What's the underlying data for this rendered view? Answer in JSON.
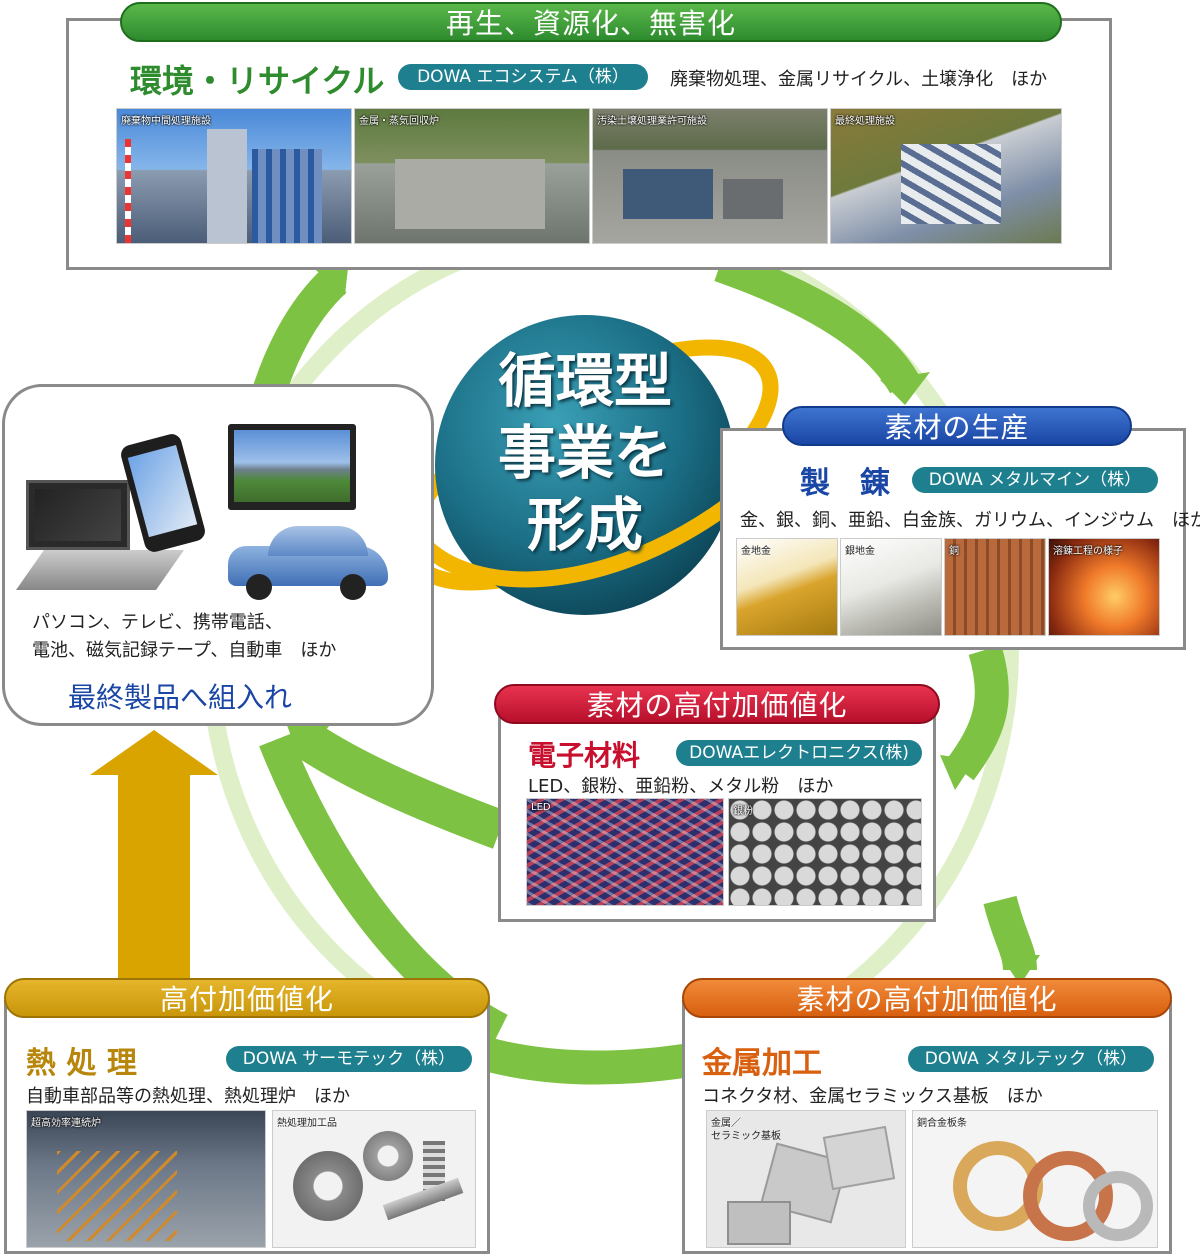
{
  "center": {
    "line1": "循環型",
    "line2": "事業を",
    "line3": "形成"
  },
  "recycle": {
    "header": "再生、資源化、無害化",
    "title": "環境・リサイクル",
    "company": "DOWA エコシステム（株）",
    "desc": "廃棄物処理、金属リサイクル、土壌浄化　ほか",
    "photos": [
      "廃棄物中間処理施設",
      "金属・蒸気回収炉",
      "汚染土壌処理業許可施設",
      "最終処理施設"
    ]
  },
  "smelting": {
    "header": "素材の生産",
    "title": "製　錬",
    "company": "DOWA メタルマイン（株）",
    "desc": "金、銀、銅、亜鉛、白金族、ガリウム、インジウム　ほか",
    "photos": [
      "金地金",
      "銀地金",
      "銅",
      "溶錬工程の様子"
    ]
  },
  "electronics": {
    "header": "素材の高付加価値化",
    "title": "電子材料",
    "company": "DOWAエレクトロニクス(株)",
    "desc": "LED、銀粉、亜鉛粉、メタル粉　ほか",
    "photos": [
      "LED",
      "銀粉"
    ]
  },
  "metalwork": {
    "header": "素材の高付加価値化",
    "title": "金属加工",
    "company": "DOWA メタルテック（株）",
    "desc": "コネクタ材、金属セラミックス基板　ほか",
    "photos": [
      "金属／",
      "セラミック基板",
      "銅合金板条"
    ]
  },
  "heat": {
    "header": "高付加価値化",
    "title": "熱 処 理",
    "company": "DOWA サーモテック（株）",
    "desc": "自動車部品等の熱処理、熱処理炉　ほか",
    "photos": [
      "超高効率連続炉",
      "熱処理加工品"
    ]
  },
  "products": {
    "desc1": "パソコン、テレビ、携帯電話、",
    "desc2": "電池、磁気記録テープ、自動車　ほか",
    "title": "最終製品へ組入れ"
  },
  "colors": {
    "arrow_green": "#7dc242",
    "arrow_gold": "#d9a400",
    "center_teal": "#1b6f86",
    "ring_gold": "#f2b600",
    "title_green": "#2e8b2e",
    "title_blue": "#1a46a5",
    "title_red": "#c8102e",
    "title_gold": "#b8860b",
    "title_orange": "#d8600f",
    "badge_teal": "#1e7f8f"
  }
}
